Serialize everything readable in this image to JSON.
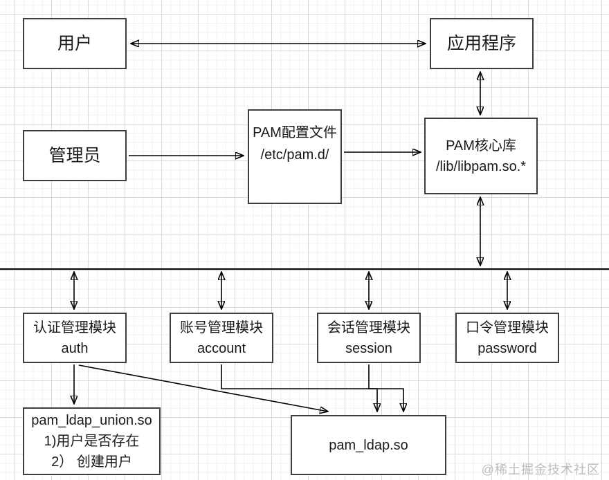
{
  "diagram": {
    "nodes": {
      "user": {
        "lines": [
          "用户"
        ]
      },
      "app": {
        "lines": [
          "应用程序"
        ]
      },
      "admin": {
        "lines": [
          "管理员"
        ]
      },
      "config": {
        "lines": [
          "PAM配置文件",
          "/etc/pam.d/"
        ]
      },
      "core": {
        "lines": [
          "PAM核心库",
          "/lib/libpam.so.*"
        ]
      },
      "auth": {
        "lines": [
          "认证管理模块",
          "auth"
        ]
      },
      "account": {
        "lines": [
          "账号管理模块",
          "account"
        ]
      },
      "session": {
        "lines": [
          "会话管理模块",
          "session"
        ]
      },
      "password": {
        "lines": [
          "口令管理模块",
          "password"
        ]
      },
      "union": {
        "lines": [
          "pam_ldap_union.so",
          "1)用户是否存在",
          "2） 创建用户"
        ]
      },
      "ldap": {
        "lines": [
          "pam_ldap.so"
        ]
      }
    },
    "watermark": "@稀土掘金技术社区",
    "colors": {
      "box_border": "#3d3d3d",
      "arrow": "#000000",
      "grid_major": "#d9d9d9",
      "grid_minor": "#f1f1f1",
      "watermark": "#bdbdbd"
    }
  }
}
